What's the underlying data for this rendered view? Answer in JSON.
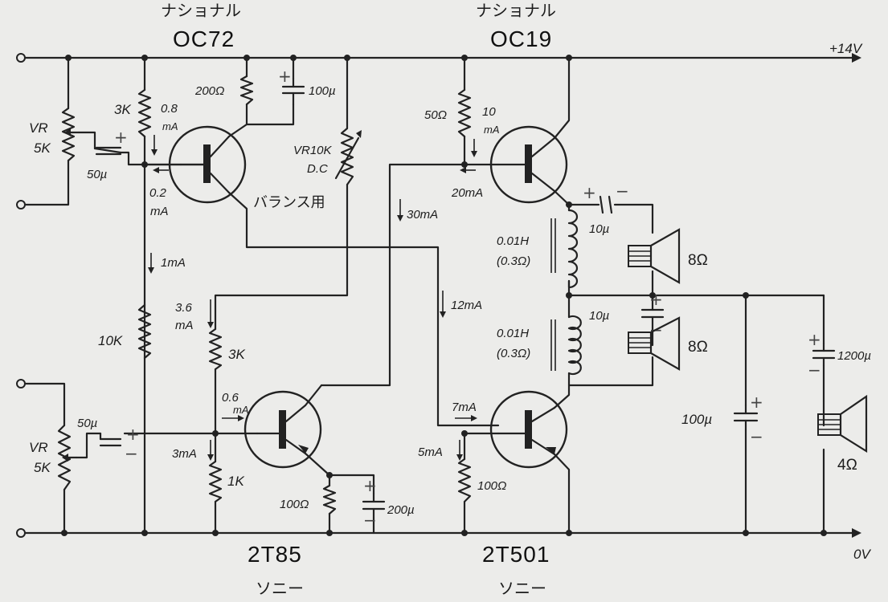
{
  "diagram": {
    "transistors": {
      "q1": {
        "model": "OC72",
        "maker": "ナショナル"
      },
      "q2": {
        "model": "OC19",
        "maker": "ナショナル"
      },
      "q3": {
        "model": "2T85",
        "maker": "ソニー"
      },
      "q4": {
        "model": "2T501",
        "maker": "ソニー"
      }
    },
    "rails": {
      "positive": "+14V",
      "ground": "0V"
    },
    "resistors": {
      "vr_top": {
        "label": "VR",
        "value": "5K"
      },
      "vr_bottom": {
        "label": "VR",
        "value": "5K"
      },
      "r_3k_top": "3K",
      "r_200": "200Ω",
      "vr_10k": "VR10K",
      "vr_10k_sub": "D.C",
      "vr_10k_note": "バランス用",
      "r_50": "50Ω",
      "r_10k": "10K",
      "r_3k_mid": "3K",
      "r_1k": "1K",
      "r_100_a": "100Ω",
      "r_100_b": "100Ω"
    },
    "capacitors": {
      "c_50_top": "50µ",
      "c_100_top": "100µ",
      "c_10_out": "10µ",
      "c_10_mid": "10µ",
      "c_50_bottom": "50µ",
      "c_200": "200µ",
      "c_100_big": "100µ",
      "c_1200": "1200µ"
    },
    "inductors": {
      "l1": {
        "value": "0.01H",
        "dcr": "(0.3Ω)"
      },
      "l2": {
        "value": "0.01H",
        "dcr": "(0.3Ω)"
      }
    },
    "speakers": {
      "sp1": "8Ω",
      "sp2": "8Ω",
      "sp3": "4Ω"
    },
    "currents": {
      "i_08": "0.8",
      "i_ma": "mA",
      "i_02": "0.2",
      "i_1": "1mA",
      "i_36": "3.6",
      "i_06": "0.6",
      "i_3": "3mA",
      "i_10": "10",
      "i_20": "20mA",
      "i_30": "30mA",
      "i_12": "12mA",
      "i_7": "7mA",
      "i_5": "5mA"
    }
  }
}
